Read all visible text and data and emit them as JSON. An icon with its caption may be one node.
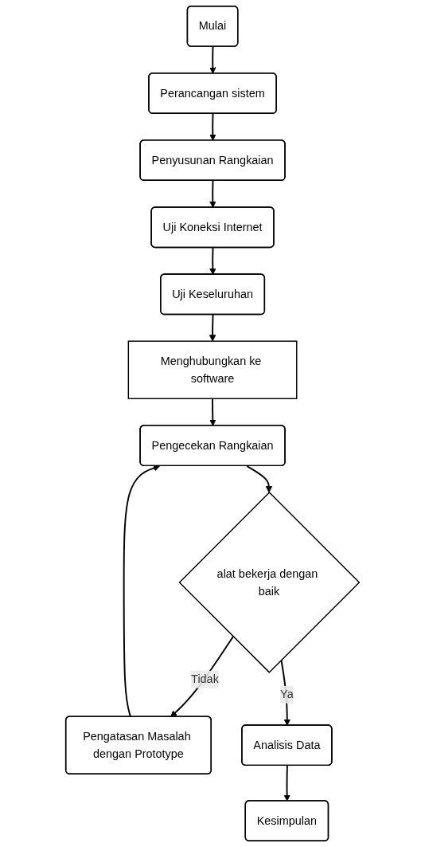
{
  "diagram": {
    "nodes": [
      {
        "text": [
          "Mulai"
        ]
      },
      {
        "text": [
          "Perancangan sistem"
        ]
      },
      {
        "text": [
          "Penyusunan Rangkaian"
        ]
      },
      {
        "text": [
          "Uji Koneksi Internet"
        ]
      },
      {
        "text": [
          "Uji Keseluruhan"
        ]
      },
      {
        "text": [
          "Menghubungkan ke software"
        ]
      },
      {
        "text": [
          "Pengecekan Rangkaian"
        ]
      },
      {
        "text": [
          "alat bekerja dengan baik"
        ]
      },
      {
        "text": [
          "Pengatasan Masalah dengan Prototype"
        ]
      },
      {
        "text": [
          "Analisis Data"
        ]
      },
      {
        "text": [
          "Kesimpulan"
        ]
      }
    ],
    "edges": [
      {
        "from": 0,
        "to": 1,
        "arrow": "to"
      },
      {
        "from": 1,
        "to": 2,
        "arrow": "to"
      },
      {
        "from": 2,
        "to": 3,
        "arrow": "to"
      },
      {
        "from": 3,
        "to": 4,
        "arrow": "to"
      },
      {
        "from": 4,
        "to": 5,
        "arrow": "to"
      },
      {
        "from": 5,
        "to": 6,
        "arrow": "to"
      },
      {
        "from": 6,
        "to": 7,
        "arrow": "to"
      },
      {
        "from": 7,
        "to": 8,
        "arrow": "to",
        "label": "Tidak"
      },
      {
        "from": 8,
        "to": 6,
        "arrow": "to"
      },
      {
        "from": 7,
        "to": 9,
        "arrow": "to",
        "label": "Ya"
      },
      {
        "from": 9,
        "to": 10,
        "arrow": "to"
      }
    ]
  }
}
